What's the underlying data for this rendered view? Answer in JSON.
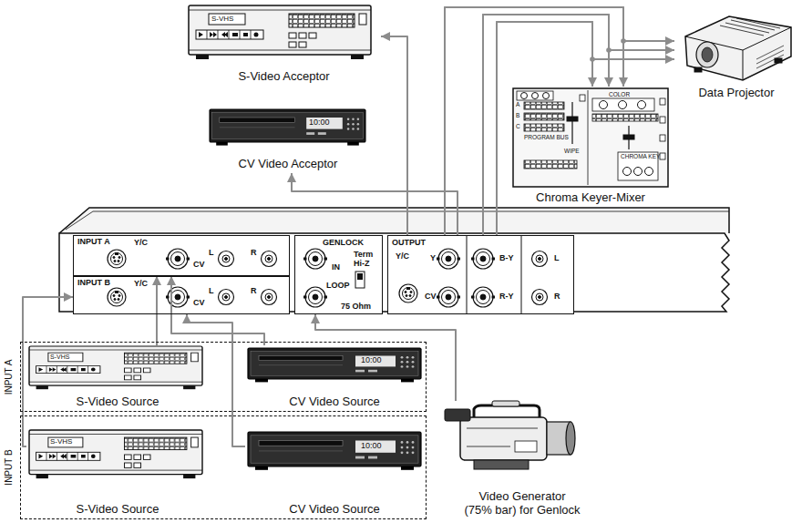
{
  "diagram": {
    "nodes": [
      {
        "text": [
          "S-Video Acceptor"
        ]
      },
      {
        "text": [
          "CV Video Acceptor"
        ]
      },
      {
        "text": [
          "Data Projector"
        ]
      },
      {
        "text": [
          "Chroma Keyer-Mixer"
        ]
      },
      {
        "text": [
          "INPUT A",
          "Y/C",
          "CV",
          "L",
          "R"
        ]
      },
      {
        "text": [
          "INPUT B",
          "Y/C",
          "CV",
          "L",
          "R"
        ]
      },
      {
        "text": [
          "GENLOCK",
          "IN",
          "LOOP",
          "Term",
          "Hi-Z",
          "75 Ohm"
        ]
      },
      {
        "text": [
          "OUTPUT",
          "Y/C",
          "Y",
          "CV",
          "B-Y",
          "R-Y",
          "L",
          "R"
        ]
      },
      {
        "text": [
          "INPUT A"
        ]
      },
      {
        "text": [
          "S-Video Source"
        ],
        "in": 8
      },
      {
        "text": [
          "CV Video Source"
        ],
        "in": 8
      },
      {
        "text": [
          "INPUT B"
        ]
      },
      {
        "text": [
          "S-Video Source"
        ],
        "in": 11
      },
      {
        "text": [
          "CV Video Source"
        ],
        "in": 11
      },
      {
        "text": [
          "Video Generator (75% bar) for Genlock"
        ]
      }
    ],
    "edges": [
      {
        "from": 9,
        "to": 4,
        "arrow": "to"
      },
      {
        "from": 10,
        "to": 4,
        "arrow": "to"
      },
      {
        "from": 12,
        "to": 5,
        "arrow": "to"
      },
      {
        "from": 13,
        "to": 5,
        "arrow": "to"
      },
      {
        "from": 14,
        "to": 6,
        "arrow": "to"
      },
      {
        "from": 7,
        "to": 0,
        "arrow": "to"
      },
      {
        "from": 7,
        "to": 1,
        "arrow": "to"
      },
      {
        "from": 7,
        "to": 3,
        "arrow": "to"
      },
      {
        "from": 7,
        "to": 3,
        "arrow": "to"
      },
      {
        "from": 7,
        "to": 3,
        "arrow": "to"
      },
      {
        "from": 7,
        "to": 2,
        "arrow": "to"
      },
      {
        "from": 7,
        "to": 2,
        "arrow": "to"
      },
      {
        "from": 7,
        "to": 2,
        "arrow": "to"
      }
    ],
    "labels": [
      "S-VHS",
      "S-VHS",
      "S-VHS",
      "10:00",
      "10:00",
      "10:00",
      "A",
      "B",
      "C",
      "PROGRAM BUS",
      "WIPE",
      "COLOR",
      "CHROMA KEY"
    ]
  }
}
